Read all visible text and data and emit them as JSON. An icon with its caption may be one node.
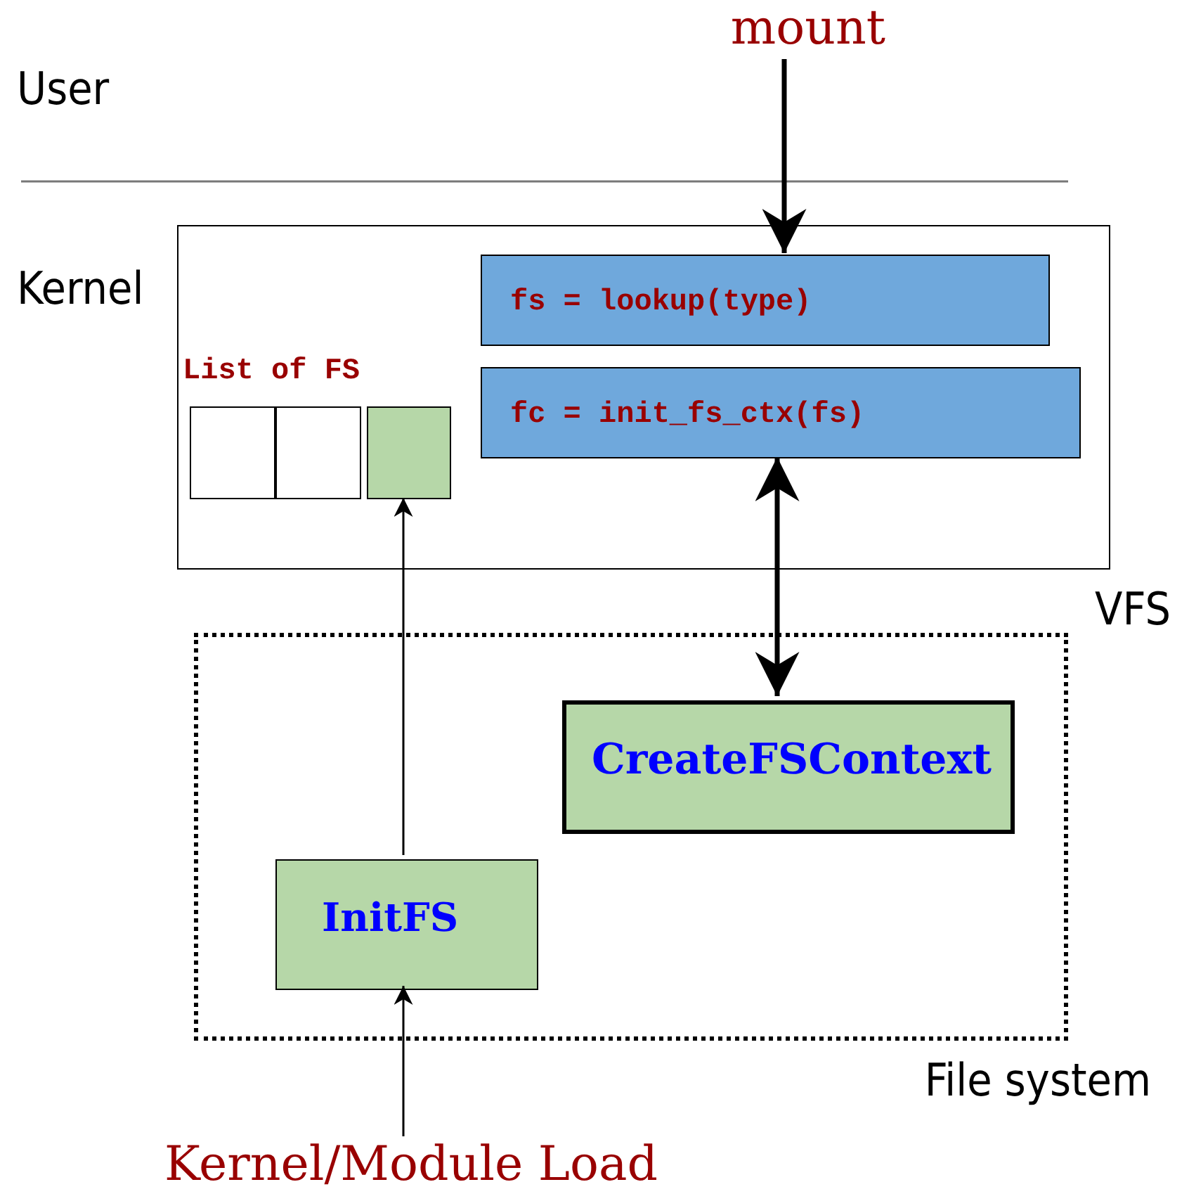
{
  "diagram": {
    "nodes": [
      {
        "text": [
          "VFS"
        ]
      },
      {
        "text": [
          "fs = lookup(type)"
        ],
        "in": 0
      },
      {
        "text": [
          "fc = init_fs_ctx(fs)"
        ],
        "in": 0
      },
      {
        "text": [],
        "shape": "box",
        "in": 0
      },
      {
        "text": [],
        "shape": "box",
        "in": 0
      },
      {
        "text": [],
        "shape": "box",
        "in": 0
      },
      {
        "text": [
          "File system"
        ]
      },
      {
        "text": [
          "CreateFSContext"
        ],
        "in": 6
      },
      {
        "text": [
          "InitFS"
        ],
        "in": 6
      },
      {
        "text": [
          "mount"
        ]
      },
      {
        "text": [
          "Kernel/Module Load"
        ]
      }
    ],
    "edges": [
      {
        "from": 9,
        "to": 1,
        "arrow": "to",
        "style": "thick"
      },
      {
        "from": 2,
        "to": 7,
        "arrow": "both",
        "style": "thick"
      },
      {
        "from": 8,
        "to": 5,
        "arrow": "to"
      },
      {
        "from": 10,
        "to": 8,
        "arrow": "to"
      }
    ],
    "labels": [
      "User",
      "Kernel",
      "List of FS"
    ]
  }
}
